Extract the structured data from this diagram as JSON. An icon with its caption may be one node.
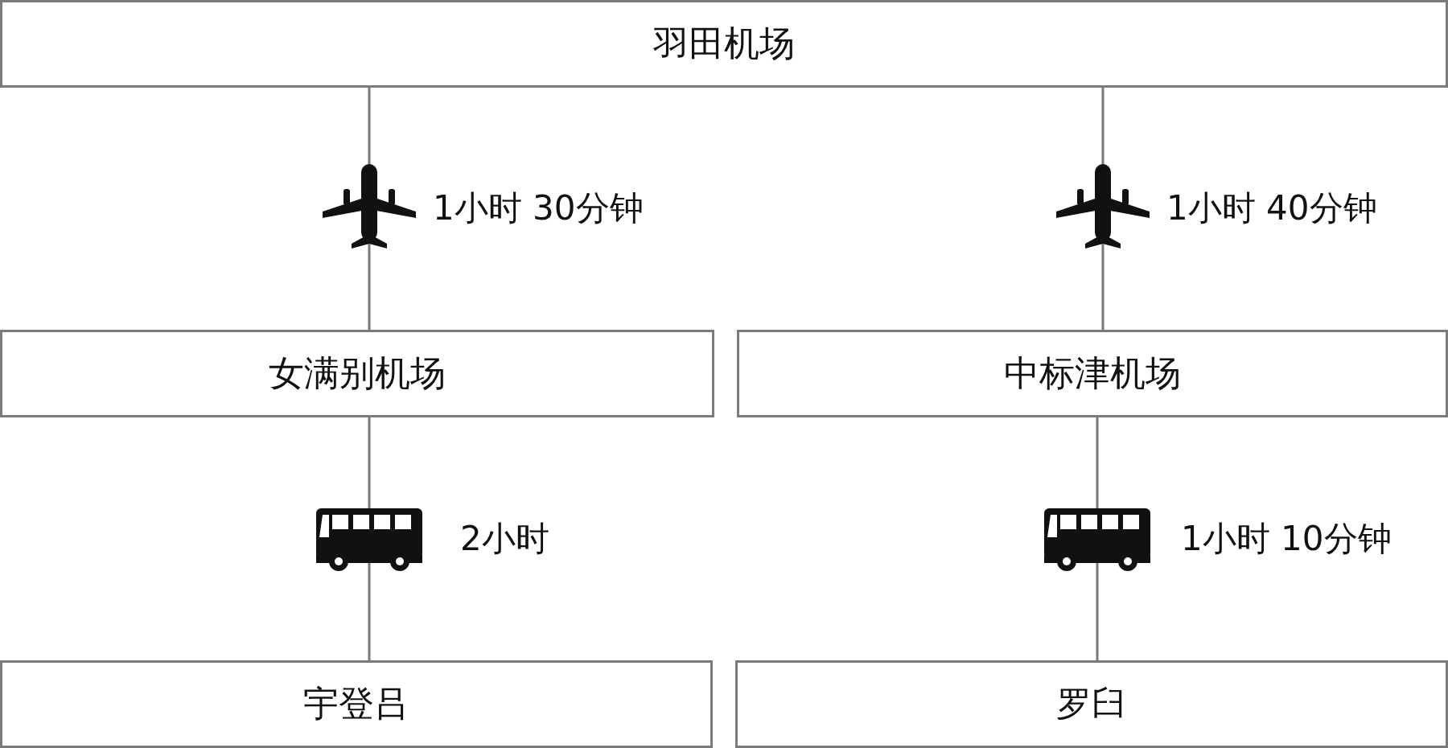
{
  "diagram": {
    "nodes": [
      {
        "text": [
          "羽田机场"
        ]
      },
      {
        "text": [
          "女满别机场"
        ]
      },
      {
        "text": [
          "中标津机场"
        ]
      },
      {
        "text": [
          "宇登吕"
        ]
      },
      {
        "text": [
          "罗臼"
        ]
      }
    ],
    "edges": [
      {
        "from": 0,
        "to": 1,
        "arrow": "none",
        "label": "1小时 30分钟"
      },
      {
        "from": 0,
        "to": 2,
        "arrow": "none",
        "label": "1小时 40分钟"
      },
      {
        "from": 1,
        "to": 3,
        "arrow": "none",
        "label": "2小时"
      },
      {
        "from": 2,
        "to": 4,
        "arrow": "none",
        "label": "1小时 10分钟"
      }
    ]
  }
}
